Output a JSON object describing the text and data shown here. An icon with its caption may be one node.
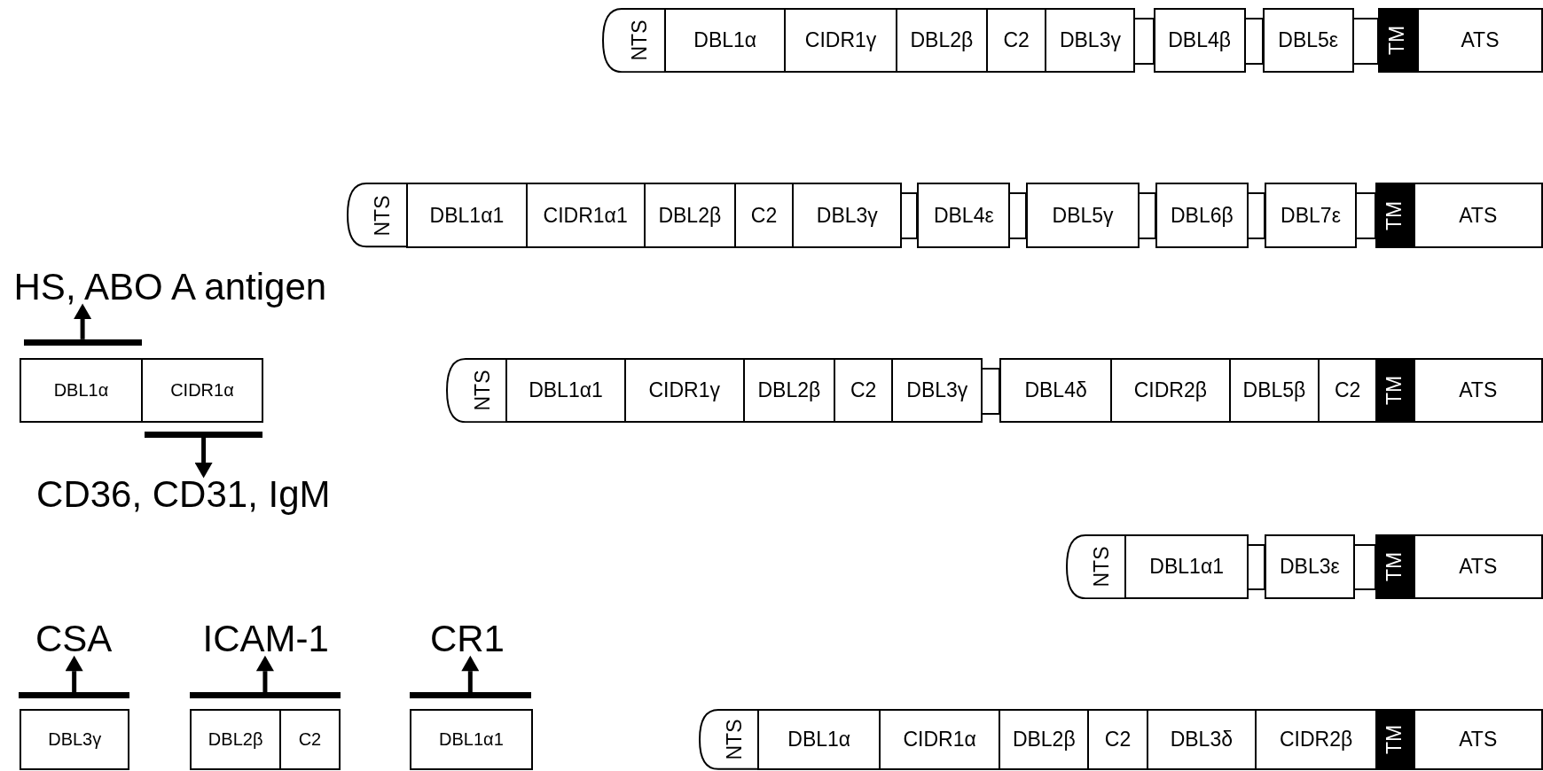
{
  "diagram": {
    "nodes": [
      {
        "text": [
          "NTS"
        ]
      },
      {
        "text": [
          "DBL1α"
        ]
      },
      {
        "text": [
          "CIDR1γ"
        ]
      },
      {
        "text": [
          "DBL2β"
        ]
      },
      {
        "text": [
          "C2"
        ]
      },
      {
        "text": [
          "DBL3γ"
        ]
      },
      {
        "text": [
          "DBL4β"
        ]
      },
      {
        "text": [
          "DBL5ε"
        ]
      },
      {
        "text": [
          "TM"
        ]
      },
      {
        "text": [
          "ATS"
        ]
      },
      {
        "text": [
          "NTS"
        ]
      },
      {
        "text": [
          "DBL1α1"
        ]
      },
      {
        "text": [
          "CIDR1α1"
        ]
      },
      {
        "text": [
          "DBL2β"
        ]
      },
      {
        "text": [
          "C2"
        ]
      },
      {
        "text": [
          "DBL3γ"
        ]
      },
      {
        "text": [
          "DBL4ε"
        ]
      },
      {
        "text": [
          "DBL5γ"
        ]
      },
      {
        "text": [
          "DBL6β"
        ]
      },
      {
        "text": [
          "DBL7ε"
        ]
      },
      {
        "text": [
          "TM"
        ]
      },
      {
        "text": [
          "ATS"
        ]
      },
      {
        "text": [
          "HS, ABO A antigen"
        ]
      },
      {
        "text": [],
        "shape": "bar"
      },
      {
        "text": [
          "DBL1α"
        ]
      },
      {
        "text": [
          "CIDR1α"
        ]
      },
      {
        "text": [
          "NTS"
        ]
      },
      {
        "text": [
          "DBL1α1"
        ]
      },
      {
        "text": [
          "CIDR1γ"
        ]
      },
      {
        "text": [
          "DBL2β"
        ]
      },
      {
        "text": [
          "C2"
        ]
      },
      {
        "text": [
          "DBL3γ"
        ]
      },
      {
        "text": [
          "DBL4δ"
        ]
      },
      {
        "text": [
          "CIDR2β"
        ]
      },
      {
        "text": [
          "DBL5β"
        ]
      },
      {
        "text": [
          "C2"
        ]
      },
      {
        "text": [
          "TM"
        ]
      },
      {
        "text": [
          "ATS"
        ]
      },
      {
        "text": [],
        "shape": "bar"
      },
      {
        "text": [
          "CD36, CD31, IgM"
        ]
      },
      {
        "text": [
          "NTS"
        ]
      },
      {
        "text": [
          "DBL1α1"
        ]
      },
      {
        "text": [
          "DBL3ε"
        ]
      },
      {
        "text": [
          "TM"
        ]
      },
      {
        "text": [
          "ATS"
        ]
      },
      {
        "text": [
          "CSA"
        ]
      },
      {
        "text": [
          "ICAM-1"
        ]
      },
      {
        "text": [
          "CR1"
        ]
      },
      {
        "text": [],
        "shape": "bar"
      },
      {
        "text": [],
        "shape": "bar"
      },
      {
        "text": [],
        "shape": "bar"
      },
      {
        "text": [
          "DBL3γ"
        ]
      },
      {
        "text": [
          "DBL2β"
        ]
      },
      {
        "text": [
          "C2"
        ]
      },
      {
        "text": [
          "DBL1α1"
        ]
      },
      {
        "text": [
          "NTS"
        ]
      },
      {
        "text": [
          "DBL1α"
        ]
      },
      {
        "text": [
          "CIDR1α"
        ]
      },
      {
        "text": [
          "DBL2β"
        ]
      },
      {
        "text": [
          "C2"
        ]
      },
      {
        "text": [
          "DBL3δ"
        ]
      },
      {
        "text": [
          "CIDR2β"
        ]
      },
      {
        "text": [
          "TM"
        ]
      },
      {
        "text": [
          "ATS"
        ]
      }
    ],
    "edges": [
      {
        "from": 23,
        "to": 22,
        "arrow": "to"
      },
      {
        "from": 38,
        "to": 39,
        "arrow": "to"
      },
      {
        "from": 48,
        "to": 45,
        "arrow": "to"
      },
      {
        "from": 49,
        "to": 46,
        "arrow": "to"
      },
      {
        "from": 50,
        "to": 47,
        "arrow": "to"
      }
    ]
  }
}
